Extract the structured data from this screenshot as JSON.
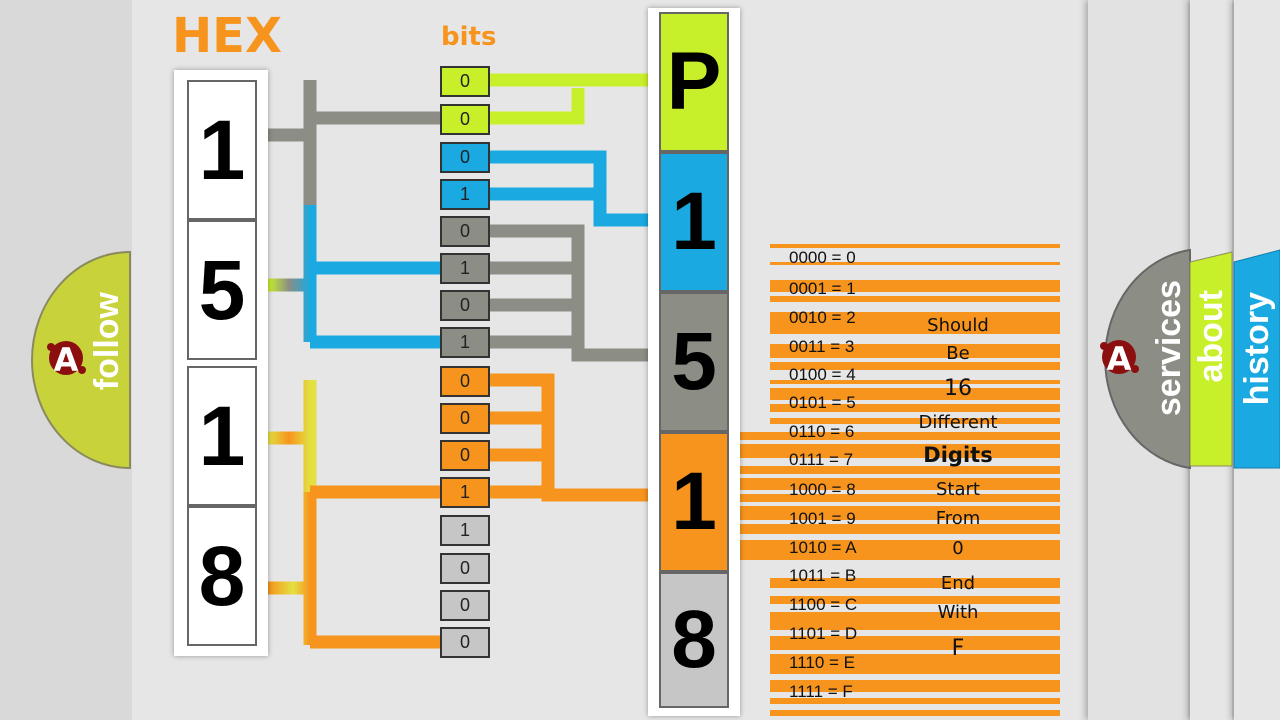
{
  "title": "HEX",
  "bits_label": "bits",
  "hex_digits": [
    "1",
    "5",
    "1",
    "8"
  ],
  "bits": [
    "0",
    "0",
    "0",
    "1",
    "0",
    "1",
    "0",
    "1",
    "0",
    "0",
    "0",
    "1",
    "1",
    "0",
    "0",
    "0"
  ],
  "output_chars": [
    "P",
    "1",
    "5",
    "1",
    "8"
  ],
  "table": [
    "0000 = 0",
    "0001 = 1",
    "0010 = 2",
    "0011 = 3",
    "0100 = 4",
    "0101 = 5",
    "0110 = 6",
    "0111 = 7",
    "1000 = 8",
    "1001 = 9",
    "1010 = A",
    "1011 = B",
    "1100 = C",
    "1101 = D",
    "1110 = E",
    "1111 = F"
  ],
  "note": [
    "Should",
    "Be",
    "16",
    "Different",
    "Digits",
    "Start",
    "From",
    "0",
    "End",
    "With",
    "F"
  ],
  "tabs": {
    "follow": "follow",
    "services": "services",
    "about": "about",
    "history": "history",
    "logo_letter": "A"
  },
  "colors": {
    "orange": "#f7941d",
    "lime": "#c8f02a",
    "blue": "#1aa9e1",
    "gray": "#8c8e86",
    "yellow": "#e3e042",
    "light_gray": "#c6c6c6",
    "dark_red": "#8b0f0f"
  }
}
